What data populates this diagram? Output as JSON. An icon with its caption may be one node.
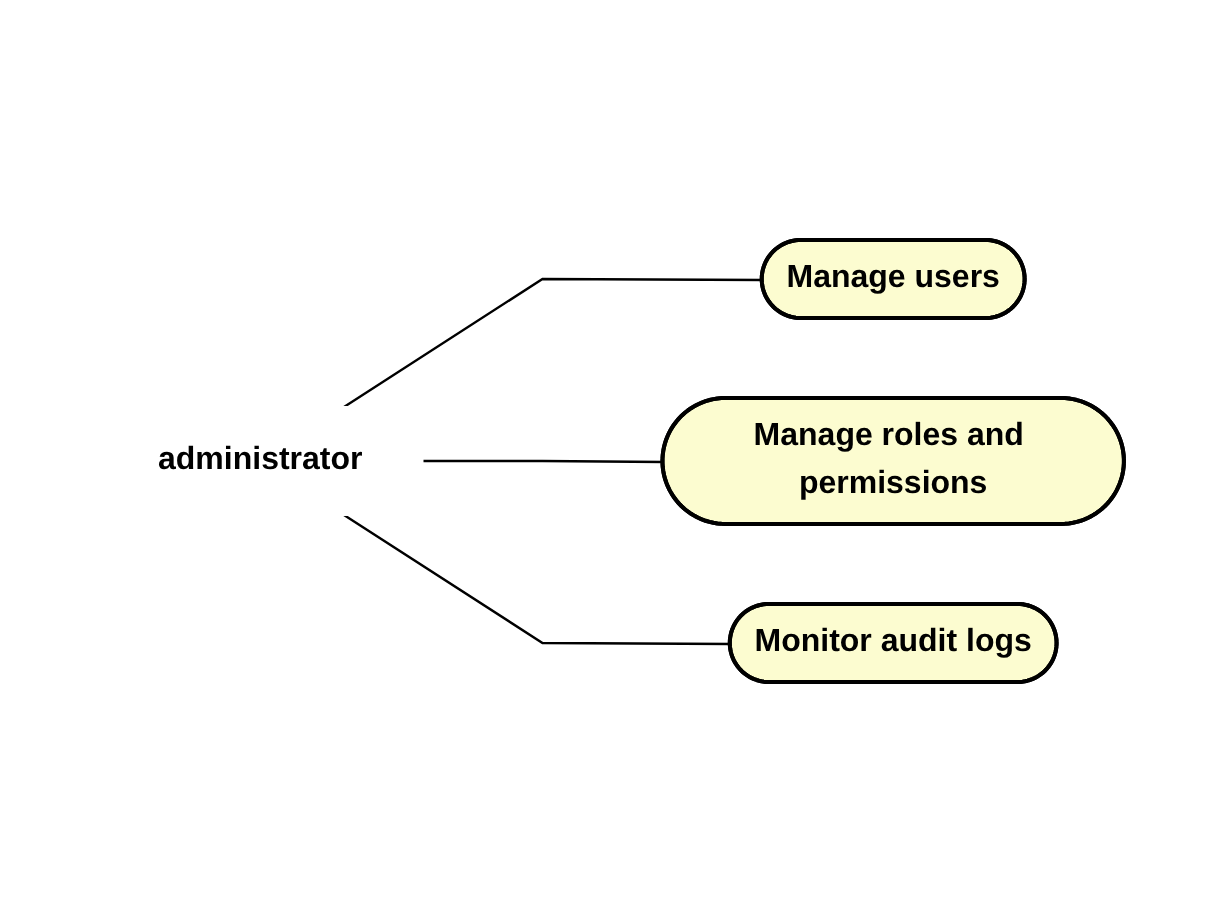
{
  "diagram": {
    "nodes": [
      {
        "text": [
          "administrator"
        ]
      },
      {
        "text": [
          "Manage users"
        ]
      },
      {
        "text": [
          "Manage roles and permissions"
        ]
      },
      {
        "text": [
          "Monitor audit logs"
        ]
      }
    ],
    "edges": [
      {
        "from": 0,
        "to": 1,
        "arrow": "none"
      },
      {
        "from": 0,
        "to": 2,
        "arrow": "none"
      },
      {
        "from": 0,
        "to": 3,
        "arrow": "none"
      }
    ]
  }
}
